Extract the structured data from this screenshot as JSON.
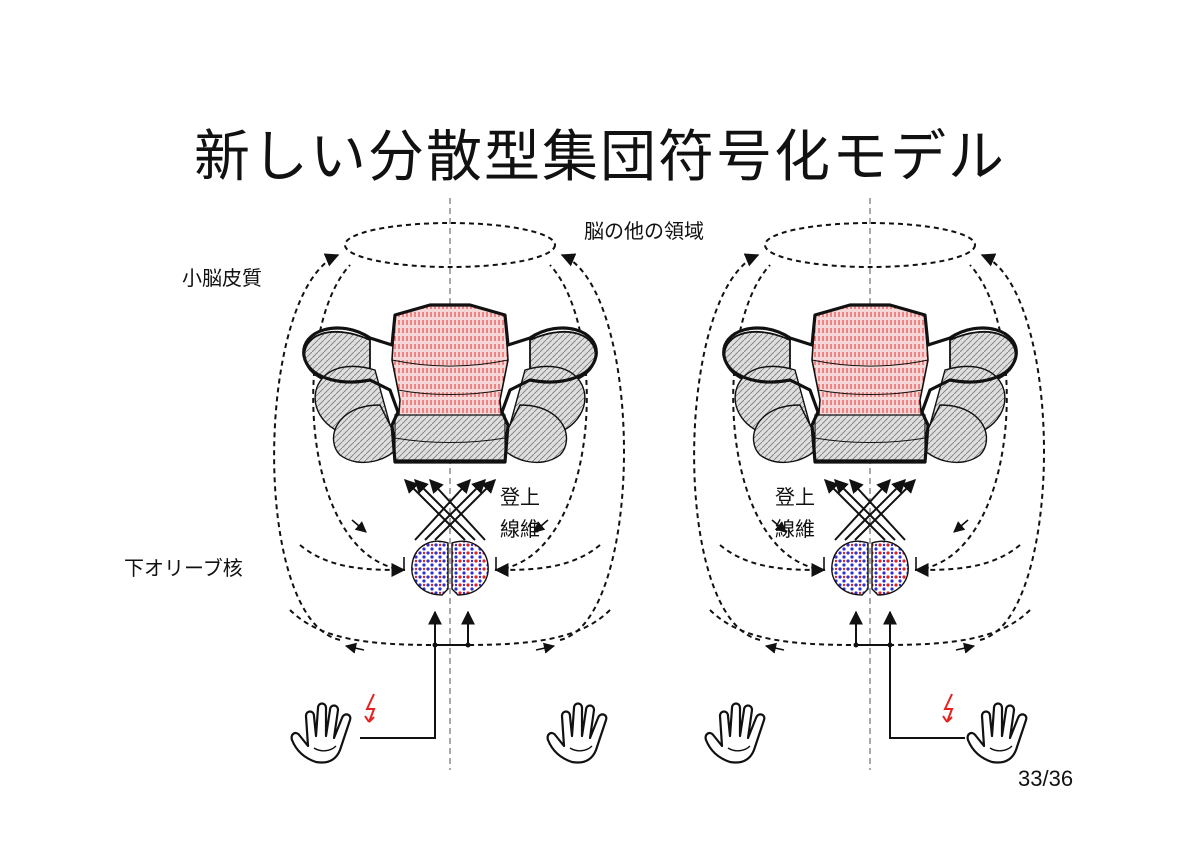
{
  "title": "新しい分散型集団符号化モデル",
  "labels": {
    "cerebellar_cortex": "小脳皮質",
    "other_brain_regions": "脳の他の領域",
    "climbing_fibers_line1": "登上",
    "climbing_fibers_line2": "線維",
    "inferior_olive": "下オリーブ核"
  },
  "page_number": "33/36",
  "colors": {
    "activity_red": "#e02020",
    "activity_blue": "#3030d0",
    "stimulus_lightning": "#e82020",
    "outline": "#111111"
  }
}
